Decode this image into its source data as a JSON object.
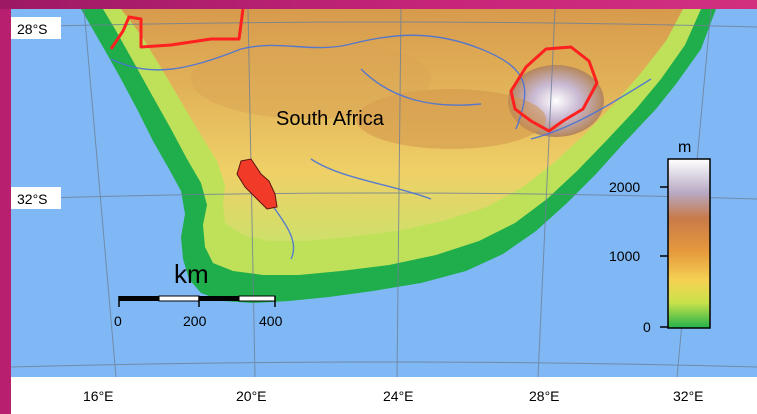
{
  "map": {
    "country_label": "South Africa",
    "latitude_labels": [
      "28°S",
      "32°S"
    ],
    "longitude_labels": [
      "16°E",
      "20°E",
      "24°E",
      "28°E",
      "32°E"
    ]
  },
  "scale_bar": {
    "unit": "km",
    "ticks": [
      "0",
      "200",
      "400"
    ]
  },
  "elevation_legend": {
    "unit": "m",
    "ticks": [
      "2000",
      "1000",
      "0"
    ]
  },
  "colors": {
    "frame_accent": "#b81f6e",
    "ocean": "#7fb8f4",
    "lowland": "#2bb34a",
    "plateau": "#e8c05a",
    "highland": "#c8823a",
    "peak": "#ffffff",
    "border": "#ff2020",
    "highlight_region": "#f23a28",
    "river": "#4a73d8"
  }
}
